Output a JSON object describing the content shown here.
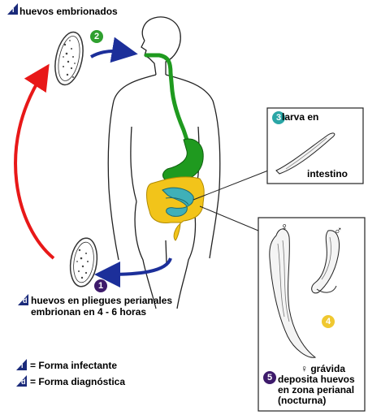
{
  "colors": {
    "infective_badge": "#1a2a7a",
    "diagnostic_badge": "#1a2a7a",
    "step1": "#3d1a6b",
    "step2": "#2fa02f",
    "step3": "#2aa6a6",
    "step4": "#f0c830",
    "step5": "#3d1a6b",
    "arrow_blue": "#1c2f9a",
    "arrow_red": "#e81818",
    "gi_green": "#1f9a1f",
    "colon_yellow": "#f2c41a",
    "small_intestine": "#3fb0b8"
  },
  "labels": {
    "top": "huevos embrionados",
    "perianal_line1": "huevos en pliegues perianales",
    "perianal_line2": "embrionan en 4 - 6 horas",
    "larva_title": "larva en",
    "larva_sub": "intestino",
    "adult_female_symbol": "♀",
    "adult_male_symbol": "♂",
    "gravid_line1": "♀  grávida",
    "gravid_line2": "deposita huevos",
    "gravid_line3": "en zona perianal",
    "gravid_line4": "(nocturna)",
    "legend_infective": "= Forma infectante",
    "legend_diagnostic": "= Forma diagnóstica"
  },
  "badges": {
    "infective_letter": "i",
    "diagnostic_letter": "d",
    "step1": "1",
    "step2": "2",
    "step3": "3",
    "step4": "4",
    "step5": "5"
  }
}
